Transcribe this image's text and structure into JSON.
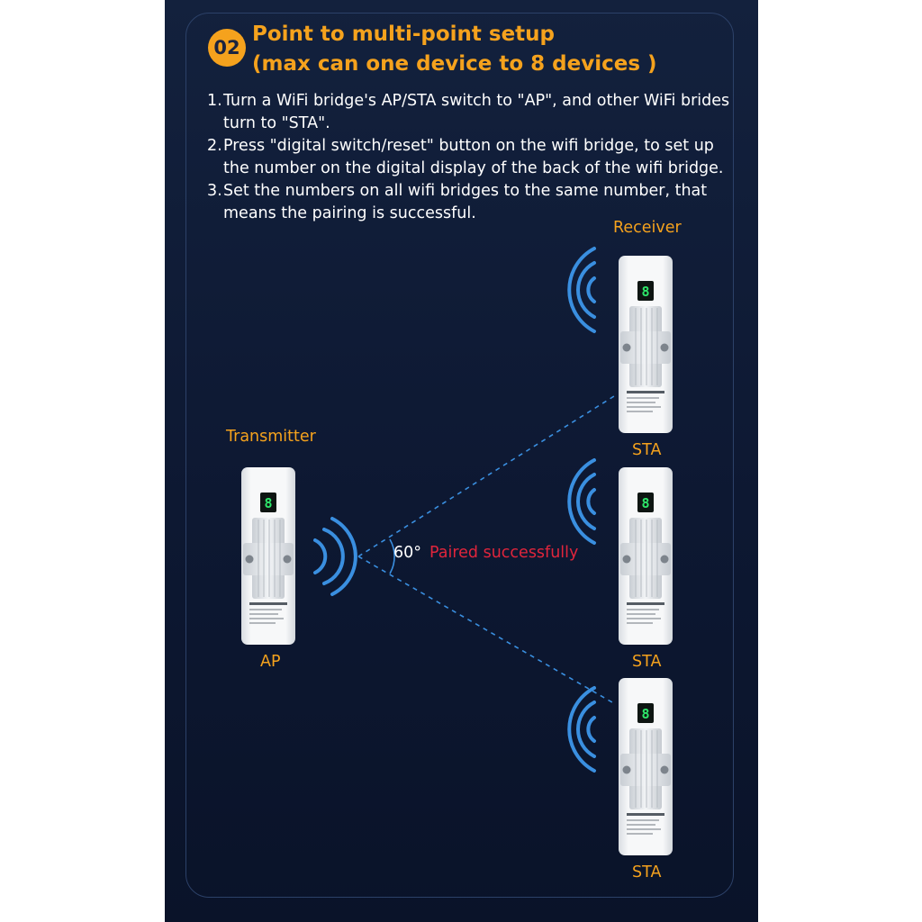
{
  "header": {
    "badge": "02",
    "title_line1": "Point to multi-point setup",
    "title_line2": "(max can one device to 8 devices )"
  },
  "steps": [
    {
      "num": "1.",
      "text": "Turn a WiFi bridge's AP/STA switch to \"AP\", and other WiFi brides turn to \"STA\"."
    },
    {
      "num": "2.",
      "text": "Press \"digital switch/reset\" button on the wifi bridge, to set up the number on the digital display of the back of the wifi bridge."
    },
    {
      "num": "3.",
      "text": "Set the numbers on all wifi bridges to the same number, that means the pairing is successful."
    }
  ],
  "diagram": {
    "transmitter_label": "Transmitter",
    "receiver_label": "Receiver",
    "ap_label": "AP",
    "sta_label": "STA",
    "angle_label": "60°",
    "paired_label": "Paired successfully",
    "display_digit": "8",
    "colors": {
      "accent": "#f5a21d",
      "signal": "#3a8fe0",
      "paired": "#e0253c",
      "display": "#2ee86a"
    }
  }
}
